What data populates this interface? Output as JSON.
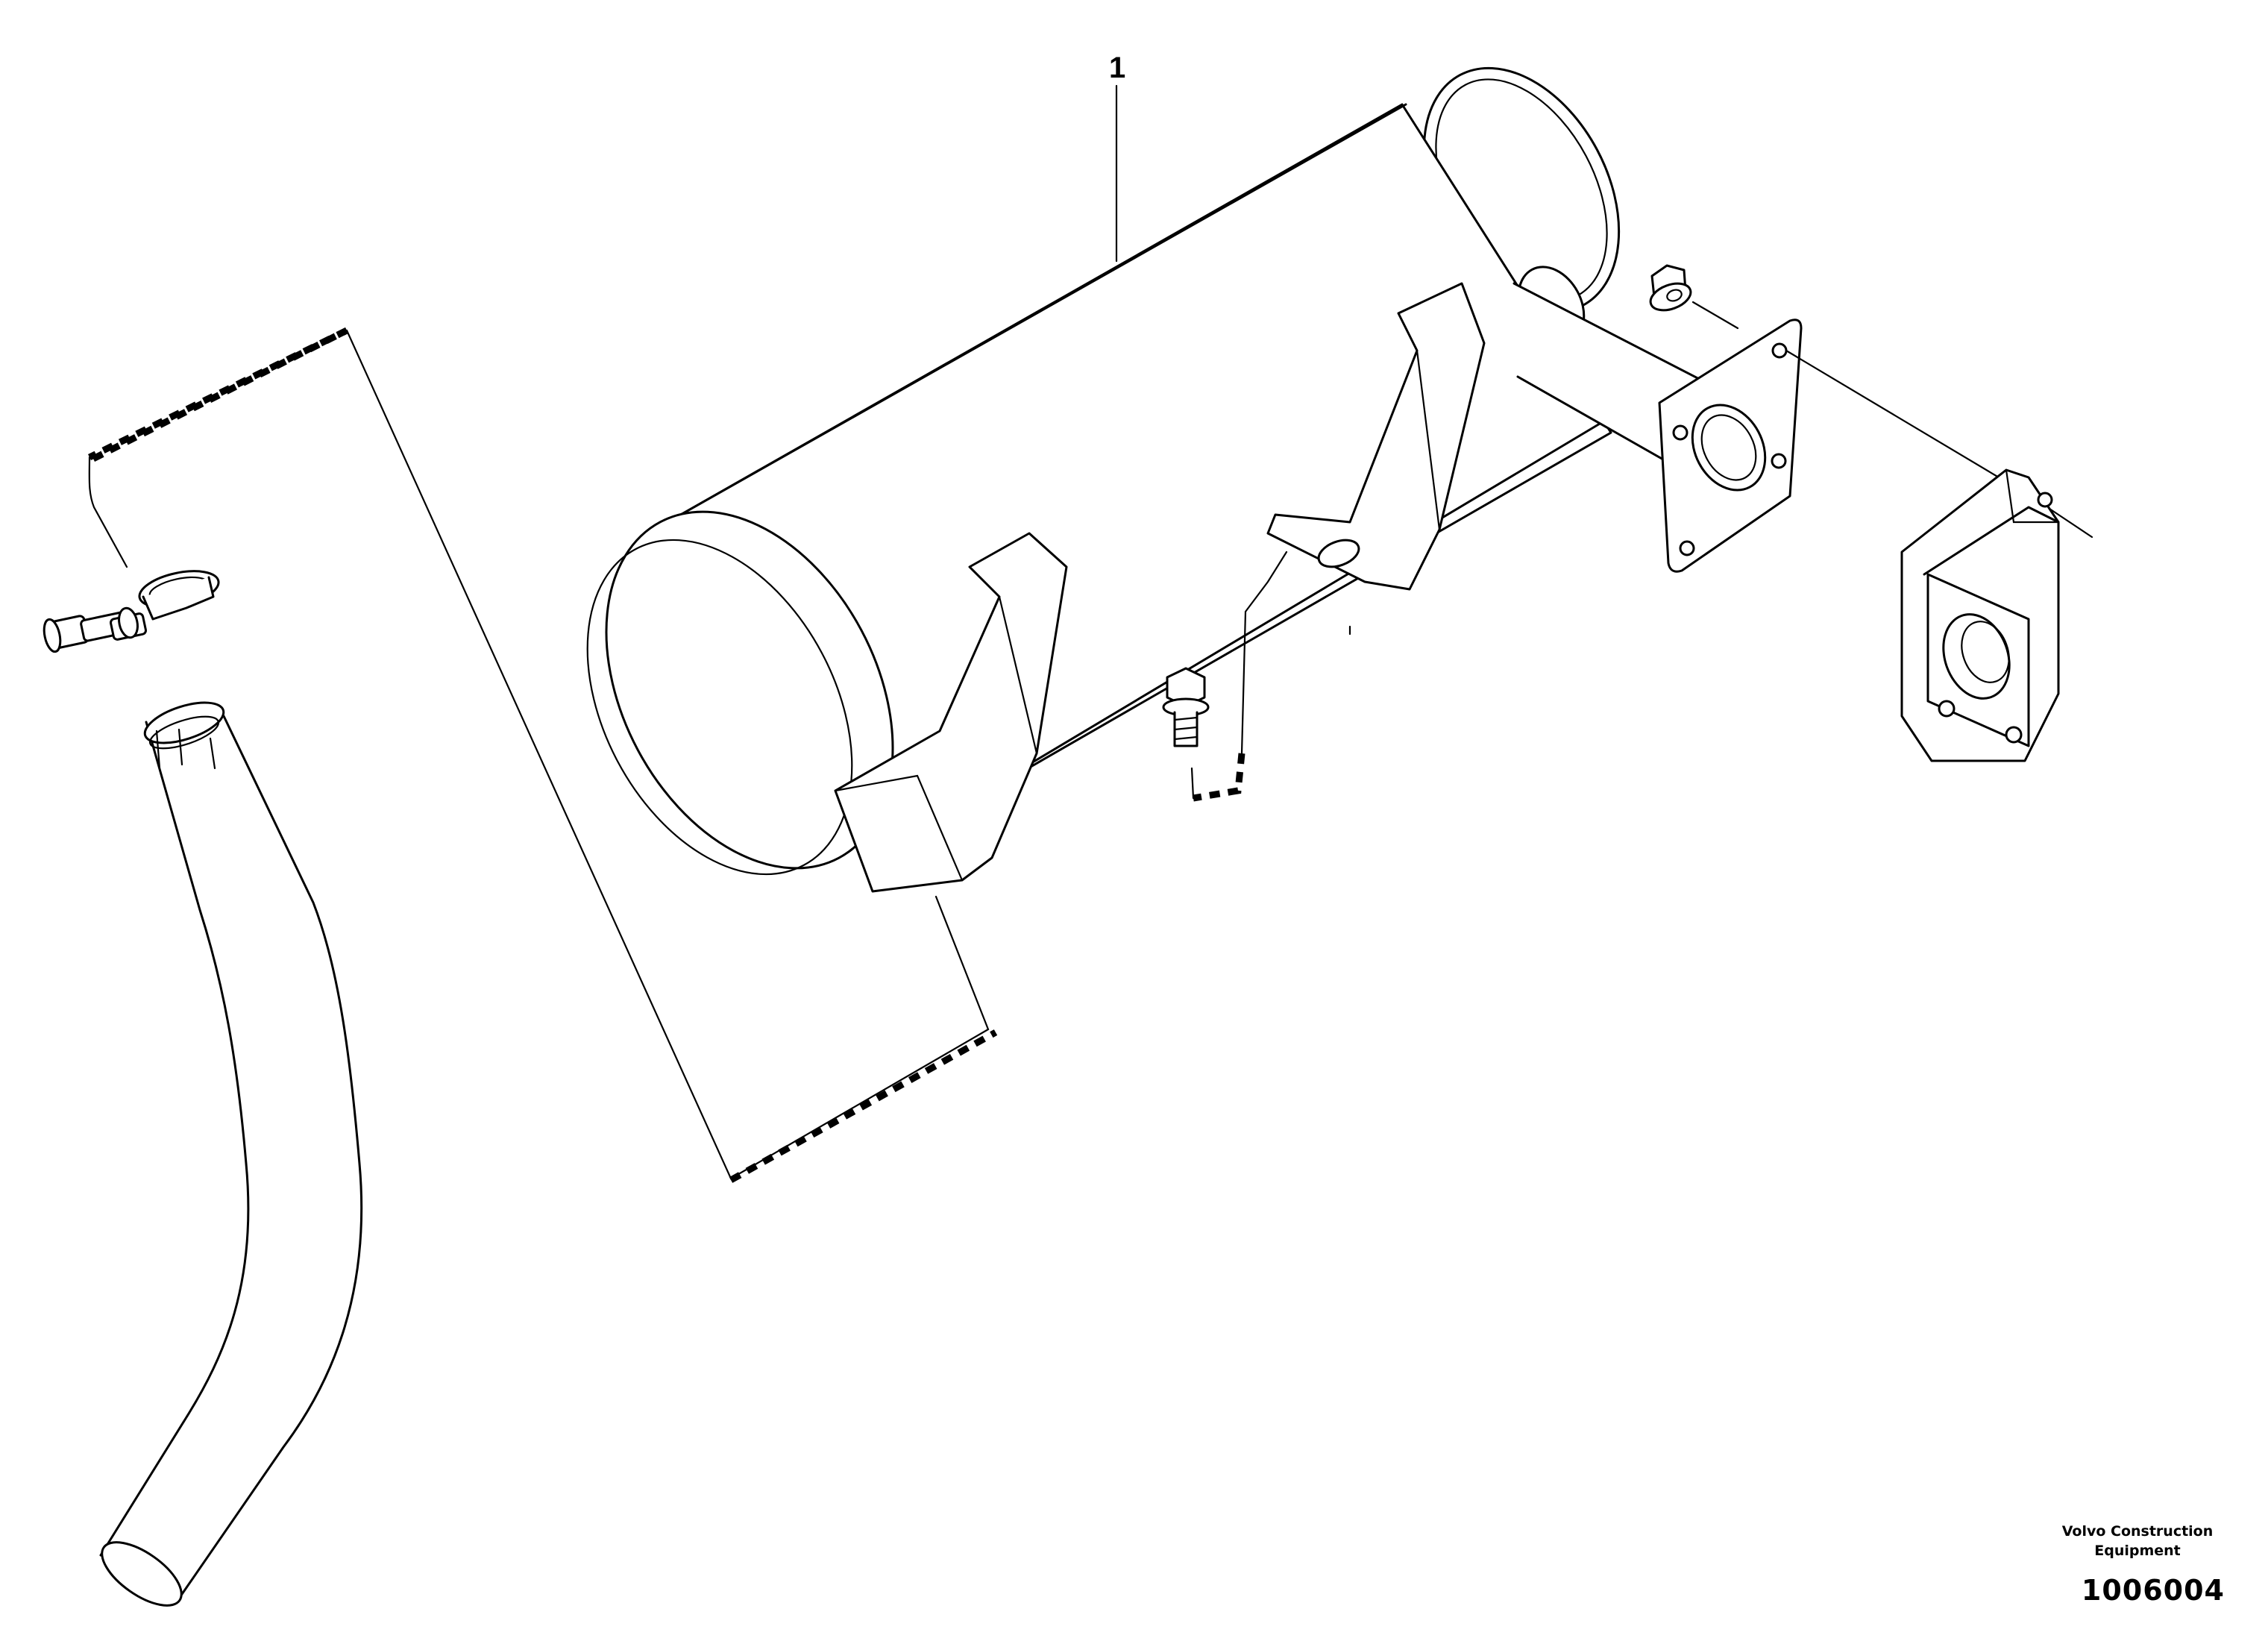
{
  "diagram": {
    "callouts": [
      {
        "id": "1",
        "label": "1"
      }
    ],
    "parts": [
      {
        "name": "muffler",
        "callout": "1"
      },
      {
        "name": "exhaust-pipe"
      },
      {
        "name": "hose-clamp"
      },
      {
        "name": "flange-bolt"
      },
      {
        "name": "flange-nut"
      },
      {
        "name": "exhaust-gasket"
      },
      {
        "name": "turbo-flange-adapter"
      }
    ]
  },
  "footer": {
    "brand_line1": "Volvo Construction",
    "brand_line2": "Equipment",
    "document_number": "1006004"
  }
}
